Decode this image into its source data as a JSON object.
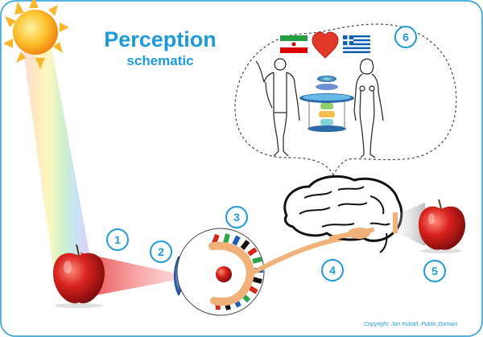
{
  "diagram": {
    "title": "Perception",
    "subtitle": "schematic",
    "copyright": "Copyright: Jan Kubaň, Public Domain",
    "steps": [
      {
        "number": "1"
      },
      {
        "number": "2"
      },
      {
        "number": "3"
      },
      {
        "number": "4"
      },
      {
        "number": "5"
      },
      {
        "number": "6"
      }
    ],
    "icons": [
      "sun-icon",
      "light-ray-icon",
      "apple-icon",
      "eye-lens-icon",
      "retina-icon",
      "optic-nerve-icon",
      "brain-icon",
      "perceived-apple-icon",
      "thought-bubble-icon",
      "iran-flag-icon",
      "heart-icon",
      "greece-flag-icon",
      "man-figure-icon",
      "woman-figure-icon",
      "cognition-tower-icon"
    ],
    "colors": {
      "accent": "#1f9ad8",
      "sun": "#f7a21b",
      "apple": "#d41f1f",
      "nerve": "#f0b27a",
      "lens": "#1b5fb5",
      "heart": "#e2382a"
    }
  }
}
